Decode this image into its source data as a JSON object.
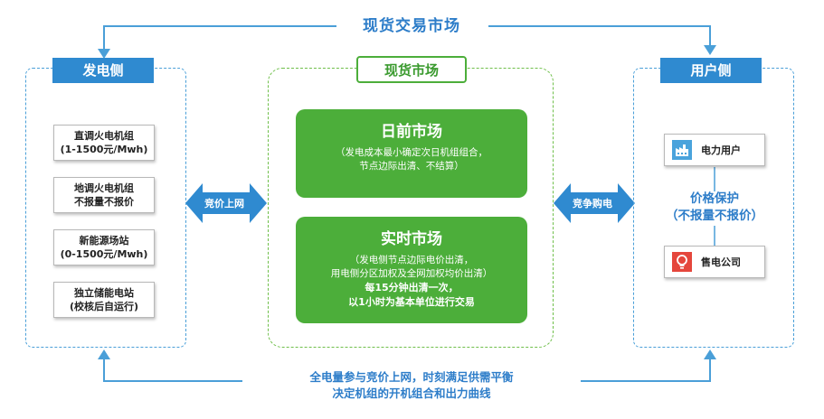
{
  "diagram": {
    "top_label": "现货交易市场",
    "bottom_label_line1": "全电量参与竞价上网，时刻满足供需平衡",
    "bottom_label_line2": "决定机组的开机组合和出力曲线",
    "generation_side": {
      "header": "发电侧",
      "units": [
        {
          "line1": "直调火电机组",
          "line2": "(1-1500元/Mwh)"
        },
        {
          "line1": "地调火电机组",
          "line2": "不报量不报价"
        },
        {
          "line1": "新能源场站",
          "line2": "(0-1500元/Mwh)"
        },
        {
          "line1": "独立储能电站",
          "line2": "(校核后自运行)"
        }
      ]
    },
    "spot_market": {
      "header": "现货市场",
      "day_ahead": {
        "title": "日前市场",
        "line1": "（发电成本最小确定次日机组组合，",
        "line2": "节点边际出清、不结算）"
      },
      "real_time": {
        "title": "实时市场",
        "line1": "（发电侧节点边际电价出清，",
        "line2": "用电侧分区加权及全网加权均价出清）",
        "line3": "每15分钟出清一次，",
        "line4": "以1小时为基本单位进行交易"
      }
    },
    "left_arrow_label": "竞价上网",
    "right_arrow_label": "竞争购电",
    "user_side": {
      "header": "用户侧",
      "power_user": "电力用户",
      "price_protection_line1": "价格保护",
      "price_protection_line2": "（不报量不报价）",
      "retail_company": "售电公司"
    }
  },
  "colors": {
    "blue": "#2f8ad0",
    "green": "#4cae3a",
    "factory_icon": "#4aa3dc",
    "bulb_icon": "#e5463c"
  },
  "icons": [
    "factory-icon",
    "lightbulb-icon"
  ]
}
